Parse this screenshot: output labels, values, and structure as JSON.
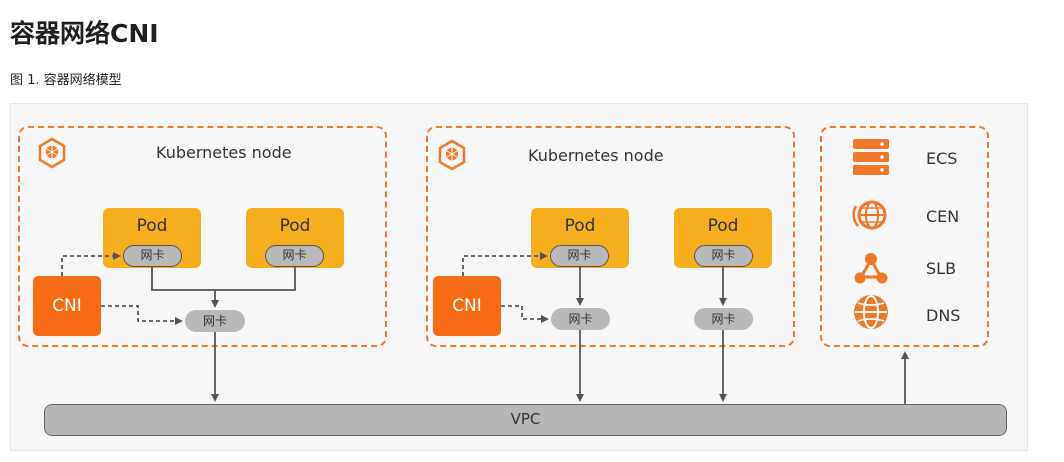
{
  "header": {
    "title": "容器网络CNI",
    "caption": "图 1. 容器网络模型"
  },
  "diagram": {
    "node_title": "Kubernetes node",
    "pod_label": "Pod",
    "nic_label": "网卡",
    "cni_label": "CNI",
    "vpc_label": "VPC",
    "services": [
      {
        "label": "ECS",
        "icon": "server-icon"
      },
      {
        "label": "CEN",
        "icon": "cen-globe-icon"
      },
      {
        "label": "SLB",
        "icon": "slb-node-icon"
      },
      {
        "label": "DNS",
        "icon": "dns-globe-icon"
      }
    ]
  },
  "colors": {
    "accent": "#f0782a",
    "pod": "#f7ae1e",
    "cni": "#f56c14",
    "nic": "#b9b9b9",
    "vpc": "#b7b7b7"
  }
}
